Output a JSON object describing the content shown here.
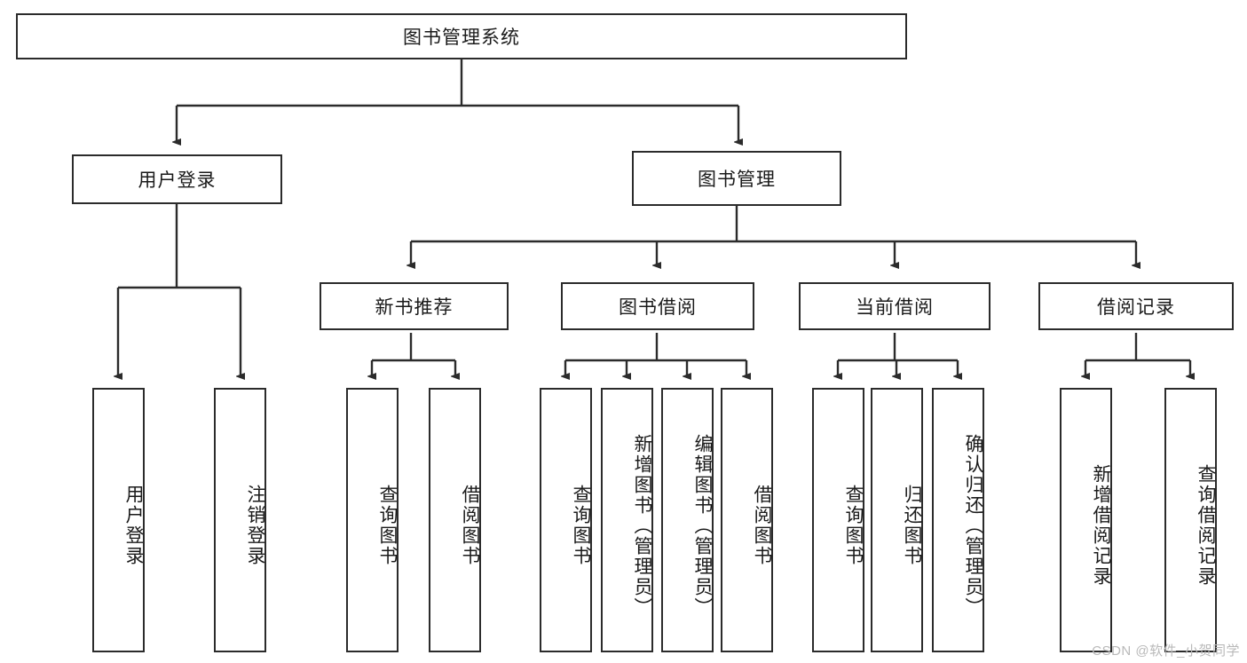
{
  "diagram": {
    "title": "图书管理系统",
    "watermark": "CSDN @软件_小贺同学",
    "colors": {
      "box_border": "#2b2b2b",
      "box_fill": "#ffffff",
      "line": "#2b2b2b",
      "text": "#1a1a1a",
      "watermark": "#b9b9b9",
      "background": "#ffffff"
    },
    "root": {
      "label": "图书管理系统"
    },
    "level1": [
      {
        "label": "用户登录"
      },
      {
        "label": "图书管理"
      }
    ],
    "level2": [
      {
        "label": "新书推荐"
      },
      {
        "label": "图书借阅"
      },
      {
        "label": "当前借阅"
      },
      {
        "label": "借阅记录"
      }
    ],
    "leaves": {
      "user_login": [
        {
          "label": "用户登录"
        },
        {
          "label": "注销登录"
        }
      ],
      "new_book_recommend": [
        {
          "label": "查询图书"
        },
        {
          "label": "借阅图书"
        }
      ],
      "book_borrow": [
        {
          "label": "查询图书"
        },
        {
          "label": "新增图书（管理员）"
        },
        {
          "label": "编辑图书（管理员）"
        },
        {
          "label": "借阅图书"
        }
      ],
      "current_borrow": [
        {
          "label": "查询图书"
        },
        {
          "label": "归还图书"
        },
        {
          "label": "确认归还（管理员）"
        }
      ],
      "borrow_record": [
        {
          "label": "新增借阅记录"
        },
        {
          "label": "查询借阅记录"
        }
      ]
    }
  }
}
